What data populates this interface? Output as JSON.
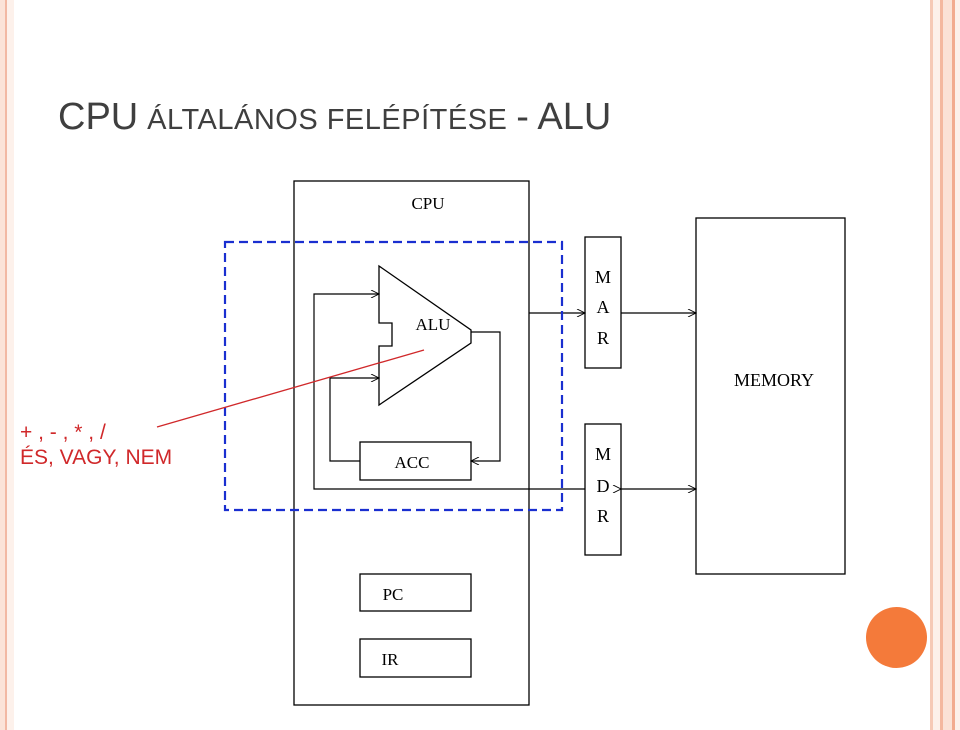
{
  "slide": {
    "title_part1": "CPU",
    "title_part2": "ÁLTALÁNOS FELÉPÍTÉSE",
    "title_part3": "- ALU",
    "accent_color": "#f47a3a",
    "annotation_color": "#d0282a"
  },
  "annotation": {
    "line1": "+ , - , * , /",
    "line2": "ÉS, VAGY, NEM"
  },
  "diagram": {
    "cpu_label": "CPU",
    "alu_label": "ALU",
    "acc_label": "ACC",
    "pc_label": "PC",
    "ir_label": "IR",
    "memory_label": "MEMORY",
    "mar_letters": [
      "M",
      "A",
      "R"
    ],
    "mdr_letters": [
      "M",
      "D",
      "R"
    ],
    "highlight_color": "#1a2fd0"
  }
}
